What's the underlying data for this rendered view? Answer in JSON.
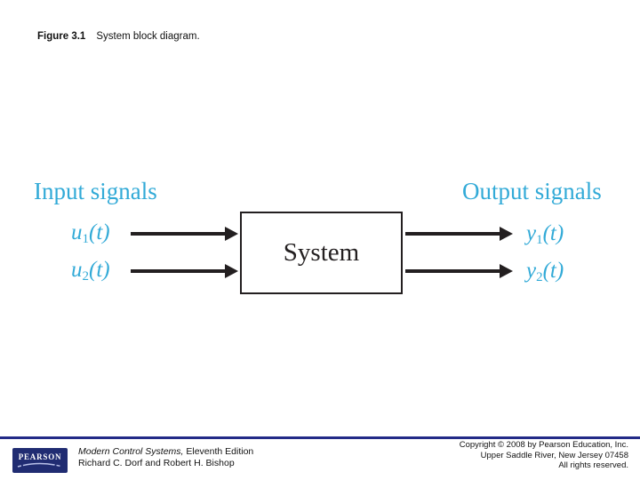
{
  "slide": {
    "figure_label": "Figure 3.1",
    "figure_caption": "System block diagram."
  },
  "diagram": {
    "input_group_label": "Input signals",
    "output_group_label": "Output signals",
    "system_label": "System",
    "inputs": [
      {
        "base": "u",
        "sub": "1",
        "arg": "(t)"
      },
      {
        "base": "u",
        "sub": "2",
        "arg": "(t)"
      }
    ],
    "outputs": [
      {
        "base": "y",
        "sub": "1",
        "arg": "(t)"
      },
      {
        "base": "y",
        "sub": "2",
        "arg": "(t)"
      }
    ],
    "colors": {
      "signal_text": "#32aad7",
      "line": "#231f20"
    }
  },
  "footer": {
    "divider_color": "#232a87",
    "logo": {
      "text": "PEARSON",
      "bg": "#202c72"
    },
    "book": {
      "title_italic": "Modern Control Systems,",
      "title_rest": " Eleventh Edition",
      "authors": "Richard C. Dorf and Robert H. Bishop"
    },
    "copyright": {
      "line1": "Copyright © 2008 by Pearson Education, Inc.",
      "line2": "Upper Saddle River, New Jersey 07458",
      "line3": "All rights reserved."
    }
  }
}
